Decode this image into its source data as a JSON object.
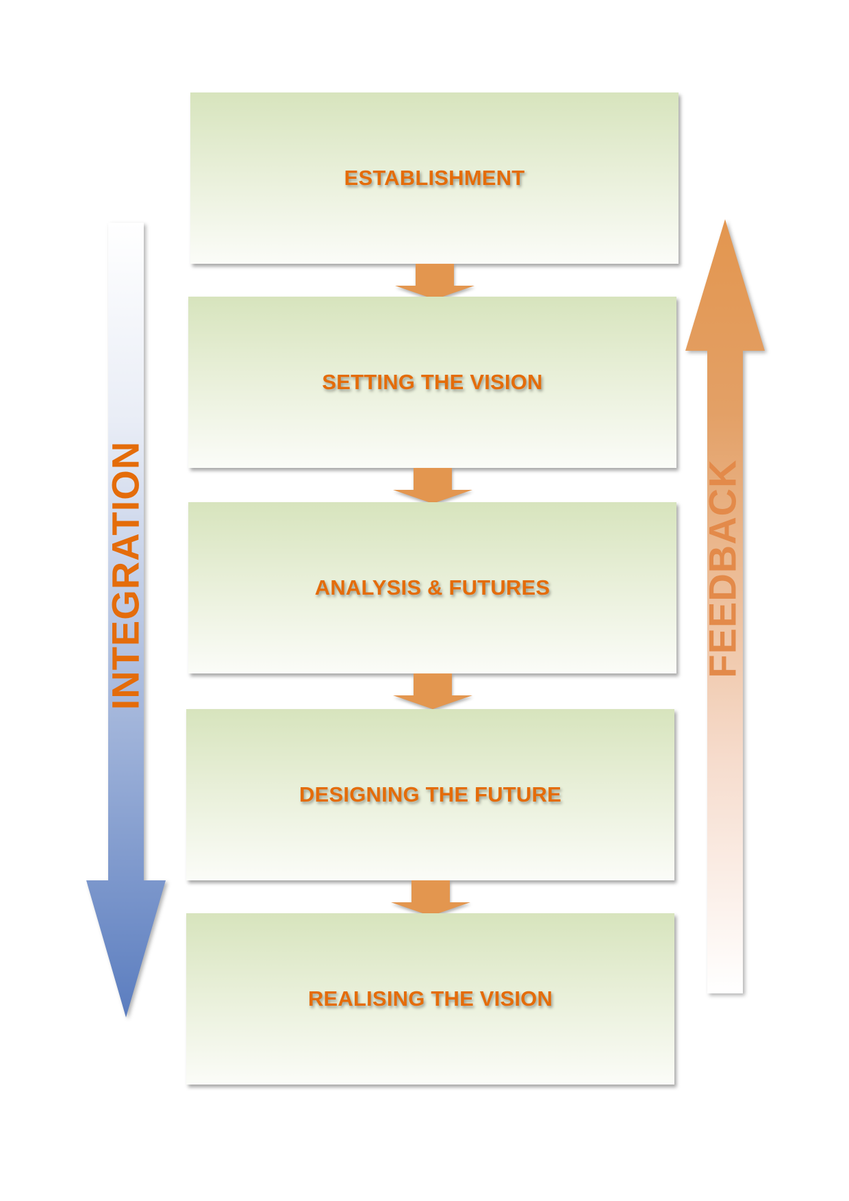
{
  "steps": [
    {
      "label": "ESTABLISHMENT"
    },
    {
      "label": "SETTING THE VISION"
    },
    {
      "label": "ANALYSIS & FUTURES"
    },
    {
      "label": "DESIGNING THE FUTURE"
    },
    {
      "label": "REALISING THE VISION"
    }
  ],
  "side_arrows": {
    "integration": {
      "label": "INTEGRATION",
      "direction": "down"
    },
    "feedback": {
      "label": "FEEDBACK",
      "direction": "up"
    }
  },
  "colors": {
    "label_text": "#e46c0a",
    "connector_arrow": "#e3964f",
    "box_top": "#d7e4bd",
    "box_bottom": "#fbfcf8",
    "integration_top": "#ffffff",
    "integration_bottom": "#5b7dbf",
    "feedback_top": "#e3964f",
    "feedback_bottom": "#ffffff"
  }
}
